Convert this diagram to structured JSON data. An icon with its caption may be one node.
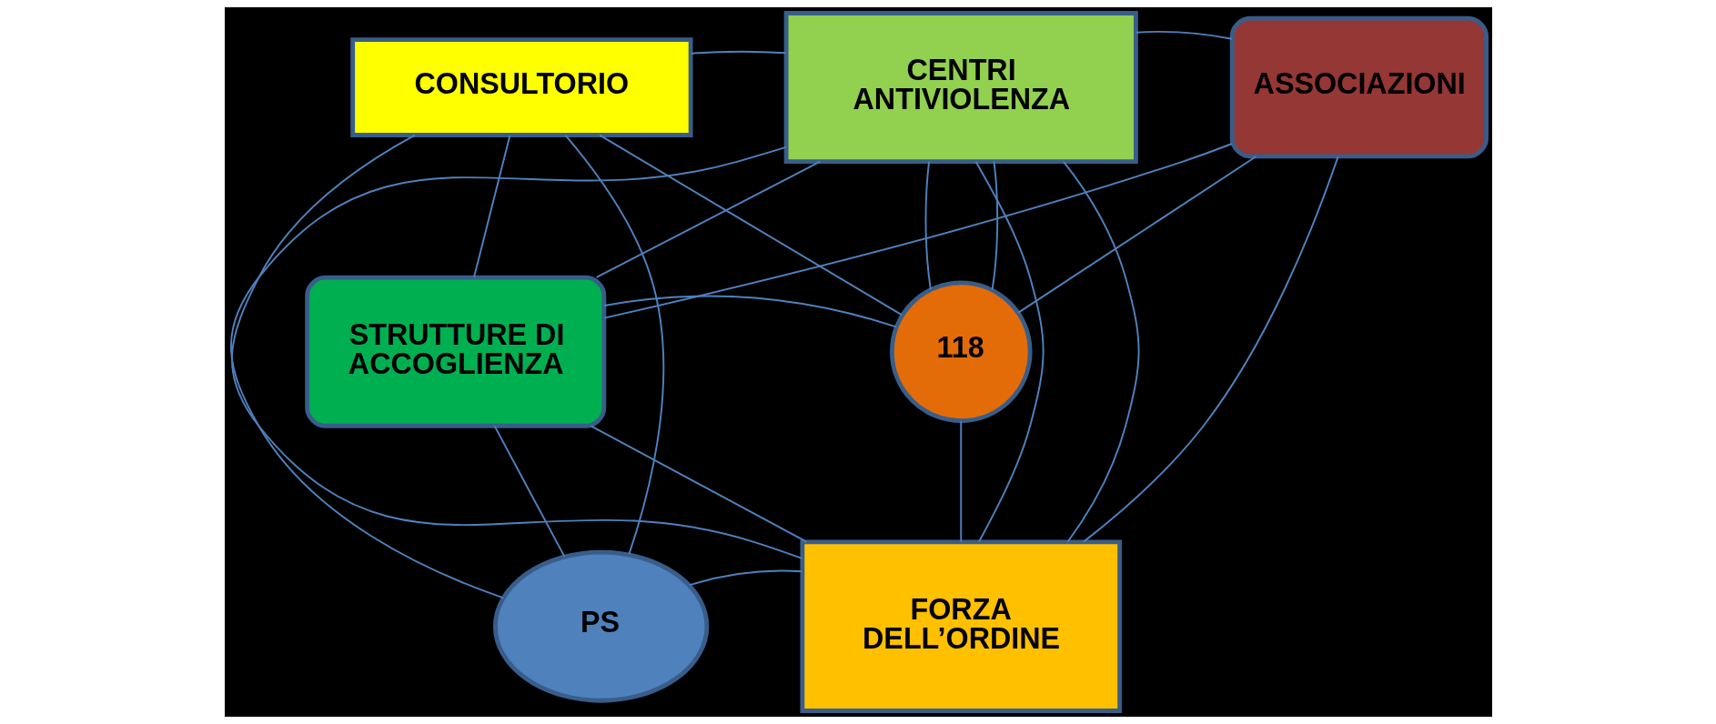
{
  "diagram": {
    "nodes": [
      {
        "text": [
          "CONSULTORIO"
        ]
      },
      {
        "text": [
          "CENTRI ANTIVIOLENZA"
        ]
      },
      {
        "text": [
          "ASSOCIAZIONI"
        ]
      },
      {
        "text": [
          "118"
        ]
      },
      {
        "text": [
          "STRUTTURE DI ACCOGLIENZA"
        ]
      },
      {
        "text": [
          "PS"
        ]
      },
      {
        "text": [
          "FORZA DELL’ORDINE"
        ]
      }
    ],
    "edges": [
      {
        "from": 0,
        "to": 1,
        "arrow": "none"
      },
      {
        "from": 0,
        "to": 3,
        "arrow": "none"
      },
      {
        "from": 0,
        "to": 6,
        "arrow": "none"
      },
      {
        "from": 0,
        "to": 4,
        "arrow": "none"
      },
      {
        "from": 0,
        "to": 5,
        "arrow": "none"
      },
      {
        "from": 1,
        "to": 5,
        "arrow": "none"
      },
      {
        "from": 1,
        "to": 4,
        "arrow": "none"
      },
      {
        "from": 1,
        "to": 3,
        "arrow": "none"
      },
      {
        "from": 1,
        "to": 6,
        "arrow": "none"
      },
      {
        "from": 1,
        "to": 2,
        "arrow": "none"
      },
      {
        "from": 1,
        "to": 3,
        "arrow": "none"
      },
      {
        "from": 1,
        "to": 6,
        "arrow": "none"
      },
      {
        "from": 2,
        "to": 4,
        "arrow": "none"
      },
      {
        "from": 2,
        "to": 3,
        "arrow": "none"
      },
      {
        "from": 2,
        "to": 6,
        "arrow": "none"
      },
      {
        "from": 3,
        "to": 4,
        "arrow": "none"
      },
      {
        "from": 3,
        "to": 6,
        "arrow": "none"
      },
      {
        "from": 4,
        "to": 5,
        "arrow": "none"
      },
      {
        "from": 4,
        "to": 6,
        "arrow": "none"
      },
      {
        "from": 5,
        "to": 6,
        "arrow": "none"
      }
    ]
  }
}
